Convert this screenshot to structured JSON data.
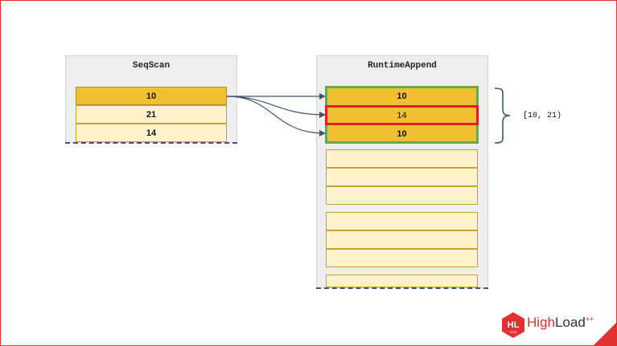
{
  "seqscan": {
    "title": "SeqScan",
    "rows": [
      "10",
      "21",
      "14"
    ]
  },
  "runtime_append": {
    "title": "RuntimeAppend",
    "rows": [
      "10",
      "14",
      "10"
    ]
  },
  "range_label": "[10, 21)",
  "brand": {
    "part1": "High",
    "part2": "Load",
    "sup": "++",
    "badge": "HL",
    "badge_year": "2016"
  },
  "colors": {
    "highlight_cell": "#f0c030",
    "empty_cell": "#fff2cc",
    "group_border": "#6aa84f",
    "selected_border": "#e02020",
    "accent": "#e03030"
  }
}
